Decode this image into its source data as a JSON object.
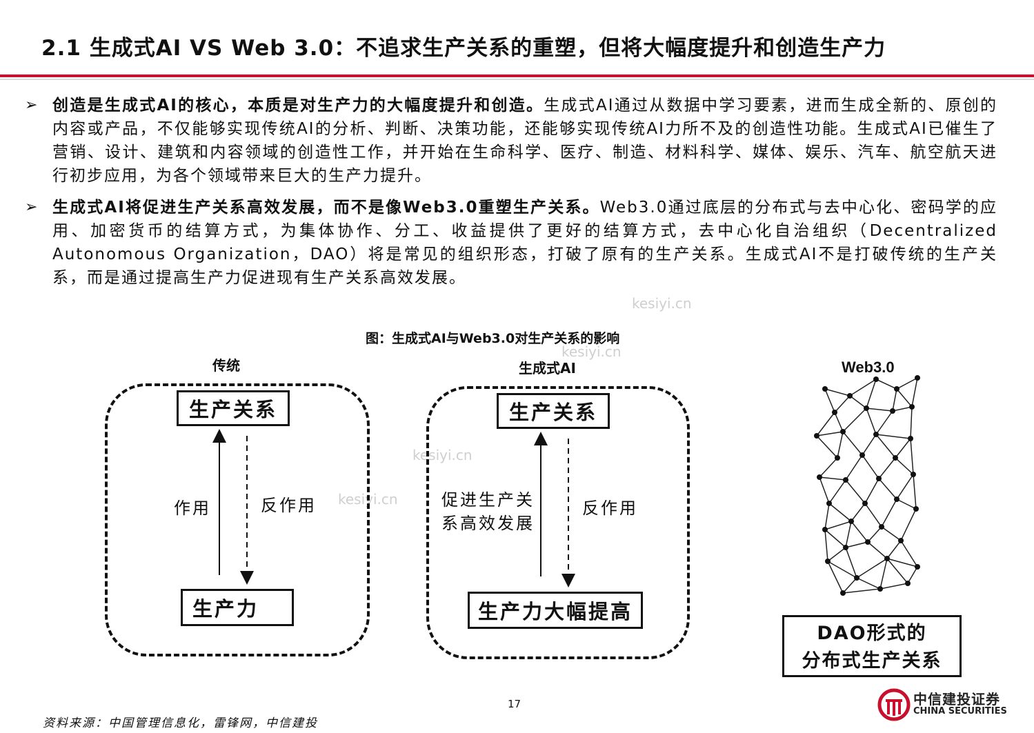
{
  "title": "2.1 生成式AI VS Web 3.0：不追求生产关系的重塑，但将大幅度提升和创造生产力",
  "bullets": [
    {
      "mark": "➢",
      "bold": "创造是生成式AI的核心，本质是对生产力的大幅度提升和创造。",
      "text": "生成式AI通过从数据中学习要素，进而生成全新的、原创的内容或产品，不仅能够实现传统AI的分析、判断、决策功能，还能够实现传统AI力所不及的创造性功能。生成式AI已催生了营销、设计、建筑和内容领域的创造性工作，并开始在生命科学、医疗、制造、材料科学、媒体、娱乐、汽车、航空航天进行初步应用，为各个领域带来巨大的生产力提升。"
    },
    {
      "mark": "➢",
      "bold": "生成式AI将促进生产关系高效发展，而不是像Web3.0重塑生产关系。",
      "text": "Web3.0通过底层的分布式与去中心化、密码学的应用、加密货币的结算方式，为集体协作、分工、收益提供了更好的结算方式，去中心化自治组织（Decentralized Autonomous Organization，DAO）将是常见的组织形态，打破了原有的生产关系。生成式AI不是打破传统的生产关系，而是通过提高生产力促进现有生产关系高效发展。"
    }
  ],
  "figure": {
    "title": "图：生成式AI与Web3.0对生产关系的影响",
    "traditional": {
      "label": "传统",
      "top_box": "生产关系",
      "bottom_box": "生产力",
      "up_label": "作用",
      "down_label": "反作用"
    },
    "genai": {
      "label": "生成式AI",
      "top_box": "生产关系",
      "bottom_box": "生产力大幅提高",
      "up_label_line1": "促进生产关",
      "up_label_line2": "系高效发展",
      "down_label": "反作用"
    },
    "web3": {
      "label": "Web3.0",
      "box_line1": "DAO形式的",
      "box_line2": "分布式生产关系"
    }
  },
  "page_number": "17",
  "source": "资料来源：中国管理信息化，雷锋网，中信建投",
  "logo": {
    "cn": "中信建投证券",
    "en": "CHINA SECURITIES",
    "color": "#c8102e"
  },
  "watermark": "kesiyi.cn",
  "colors": {
    "accent": "#c8102e"
  }
}
